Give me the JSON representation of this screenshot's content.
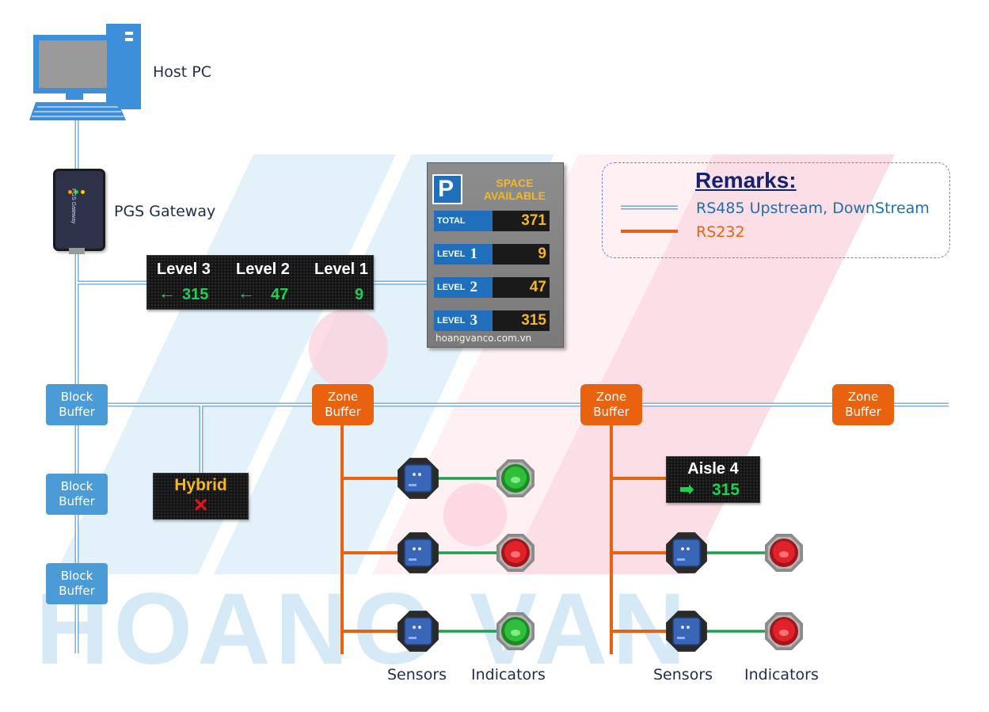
{
  "host_pc": {
    "label": "Host PC"
  },
  "gateway": {
    "label": "PGS Gateway",
    "device_text": "PGS Gateway"
  },
  "level_sign": {
    "items": [
      {
        "title": "Level 3",
        "arrow": "←",
        "value": "315"
      },
      {
        "title": "Level 2",
        "arrow": "←",
        "value": "47"
      },
      {
        "title": "Level 1",
        "arrow": "",
        "value": "9"
      }
    ]
  },
  "space_board": {
    "header_line1": "SPACE",
    "header_line2": "AVAILABLE",
    "parking_symbol": "P",
    "rows": [
      {
        "label": "TOTAL",
        "num": "",
        "value": "371"
      },
      {
        "label": "LEVEL",
        "num": "1",
        "value": "9"
      },
      {
        "label": "LEVEL",
        "num": "2",
        "value": "47"
      },
      {
        "label": "LEVEL",
        "num": "3",
        "value": "315"
      }
    ],
    "website": "hoangvanco.com.vn"
  },
  "remarks": {
    "title": "Remarks:",
    "rs485": "RS485 Upstream, DownStream",
    "rs232": "RS232"
  },
  "colors": {
    "rs485": "#1f6fb0",
    "rs232": "#e8620f",
    "block_buffer": "#4a9bd6",
    "zone_buffer": "#e8620f",
    "sensor_link": "#1aa34a"
  },
  "block_buffers": [
    {
      "line1": "Block",
      "line2": "Buffer"
    },
    {
      "line1": "Block",
      "line2": "Buffer"
    },
    {
      "line1": "Block",
      "line2": "Buffer"
    }
  ],
  "zone_buffers": [
    {
      "line1": "Zone",
      "line2": "Buffer"
    },
    {
      "line1": "Zone",
      "line2": "Buffer"
    },
    {
      "line1": "Zone",
      "line2": "Buffer"
    }
  ],
  "hybrid_sign": {
    "text": "Hybrid",
    "symbol": "✕"
  },
  "aisle_sign": {
    "title": "Aisle 4",
    "arrow": "➡",
    "value": "315"
  },
  "groups": [
    {
      "sensors_label": "Sensors",
      "indicators_label": "Indicators",
      "indicator_states": [
        "green",
        "red",
        "green"
      ]
    },
    {
      "sensors_label": "Sensors",
      "indicators_label": "Indicators",
      "indicator_states": [
        "red",
        "red"
      ]
    }
  ],
  "watermark": "HOANG VAN"
}
